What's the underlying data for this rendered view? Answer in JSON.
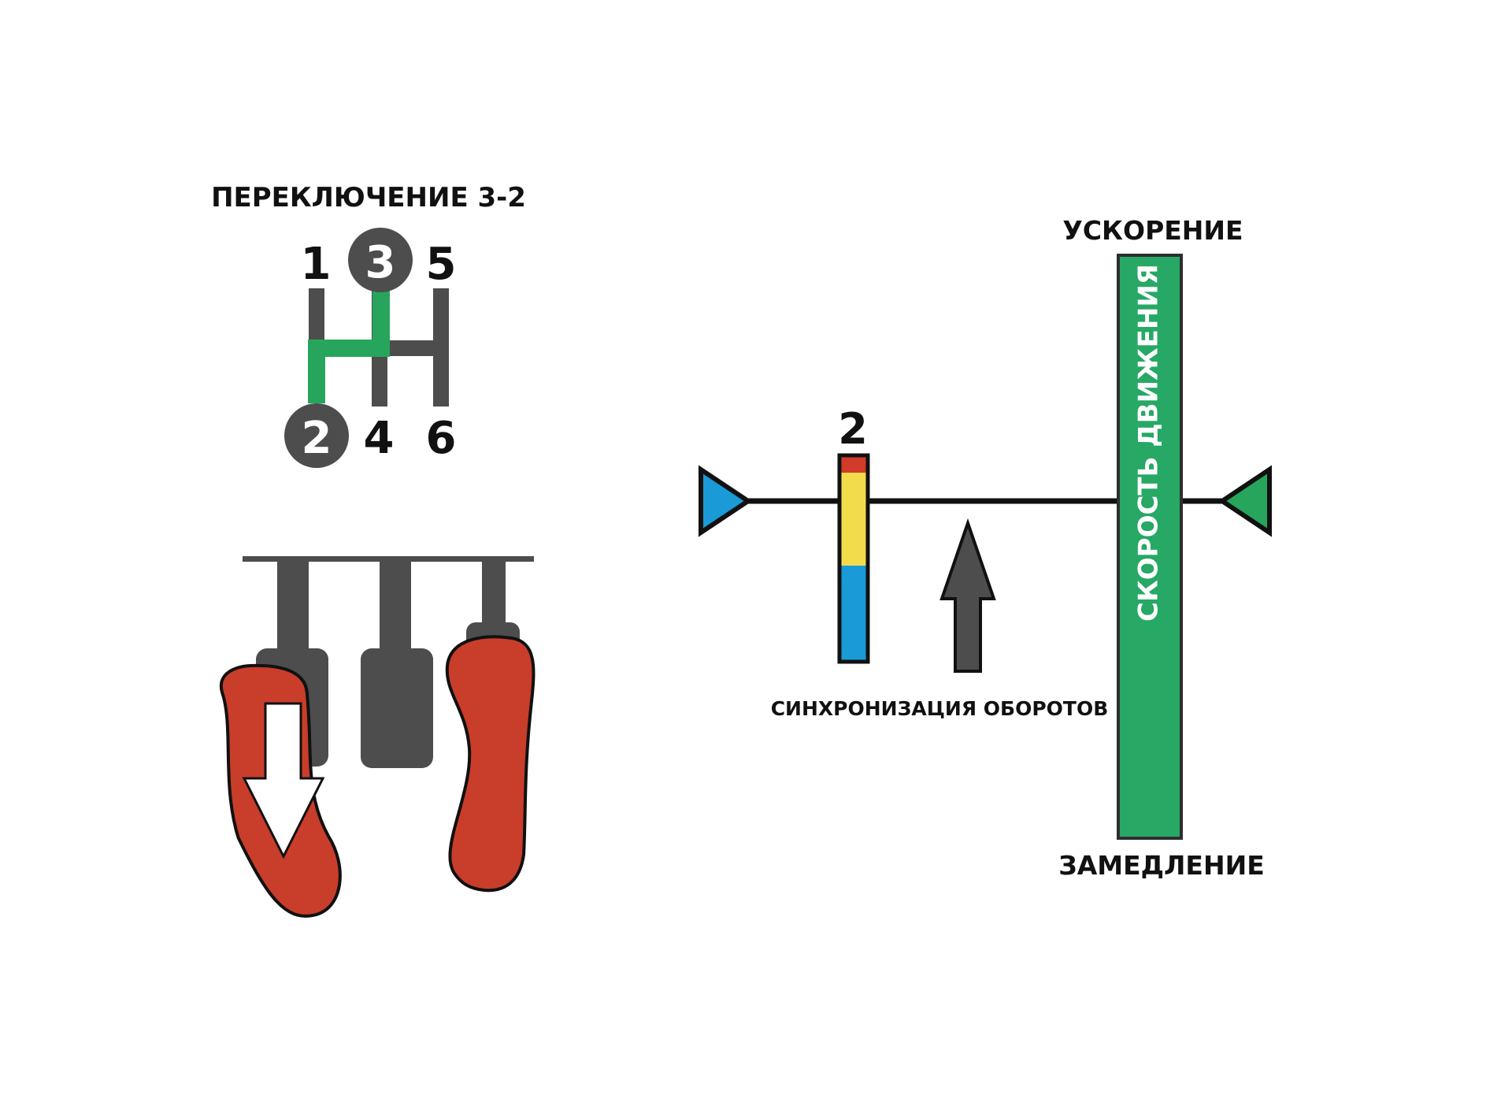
{
  "shift": {
    "title": "ПЕРЕКЛЮЧЕНИЕ 3-2",
    "gears": [
      "1",
      "3",
      "5",
      "2",
      "4",
      "6"
    ],
    "from_gear": "3",
    "to_gear": "2"
  },
  "rpm": {
    "gear_label": "2",
    "sync_label": "СИНХРОНИЗАЦИЯ ОБОРОТОВ"
  },
  "speed": {
    "top_label": "УСКОРЕНИЕ",
    "bottom_label": "ЗАМЕДЛЕНИЕ",
    "bar_label": "СКОРОСТЬ ДВИЖЕНИЯ"
  },
  "colors": {
    "path_green": "#27a55d",
    "pedal_red": "#c93d2b",
    "gear_gray": "#4d4d4d",
    "indicator_blue": "#1a9ad6",
    "indicator_yellow": "#f3dc4c",
    "indicator_red": "#d23b2a",
    "speed_green": "#27a865"
  }
}
